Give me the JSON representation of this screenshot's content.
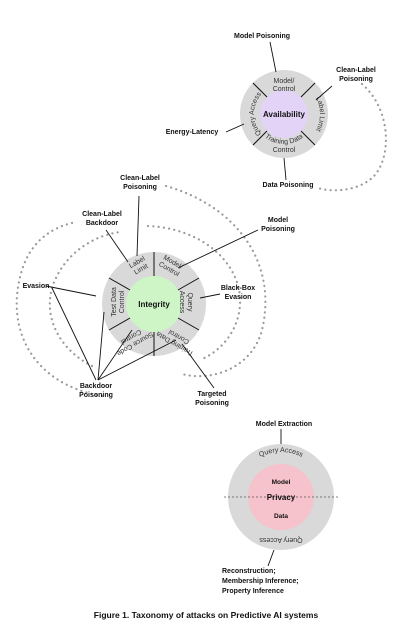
{
  "availability": {
    "center": "Availability",
    "ring": {
      "top": [
        "Model/",
        "Control"
      ],
      "right": "Label Limit",
      "bottom": [
        "Training Data",
        "Control"
      ],
      "left": "Query Access"
    },
    "labels": {
      "model_poisoning": "Model Poisoning",
      "clean_label_poisoning": [
        "Clean-Label",
        "Poisoning"
      ],
      "energy_latency": "Energy-Latency",
      "data_poisoning": "Data Poisoning"
    }
  },
  "integrity": {
    "center": "Integrity",
    "ring": {
      "label_limit": [
        "Label",
        "Limit"
      ],
      "model_control": [
        "Model/",
        "Control"
      ],
      "query_access": [
        "Query",
        "Access"
      ],
      "training_data": [
        "Training Data",
        "Control"
      ],
      "source_code": [
        "Source Code",
        "Control"
      ],
      "test_data": [
        "Test Data",
        "Control"
      ]
    },
    "labels": {
      "clean_label_poisoning": [
        "Clean-Label",
        "Poisoning"
      ],
      "clean_label_backdoor": [
        "Clean-Label",
        "Backdoor"
      ],
      "model_poisoning": [
        "Model",
        "Poisoning"
      ],
      "evasion": "Evasion",
      "black_box_evasion": [
        "Black-Box",
        "Evasion"
      ],
      "backdoor_poisoning": [
        "Backdoor",
        "Poisoning"
      ],
      "targeted_poisoning": [
        "Targeted",
        "Poisoning"
      ]
    }
  },
  "privacy": {
    "center": "Privacy",
    "model": "Model",
    "data": "Data",
    "ring": {
      "top": "Query Access",
      "bottom": "Query Access"
    },
    "labels": {
      "model_extraction": "Model Extraction",
      "bottom": [
        "Reconstruction;",
        "Membership Inference;",
        "Property Inference"
      ]
    }
  },
  "caption": "Figure 1. Taxonomy of attacks on Predictive AI systems",
  "colors": {
    "ring": "#d9d9d9",
    "availability_center": "#e3d3f6",
    "integrity_center": "#cdf5c5",
    "privacy_center": "#f6c2cb",
    "dots": "#9b9b9b"
  }
}
